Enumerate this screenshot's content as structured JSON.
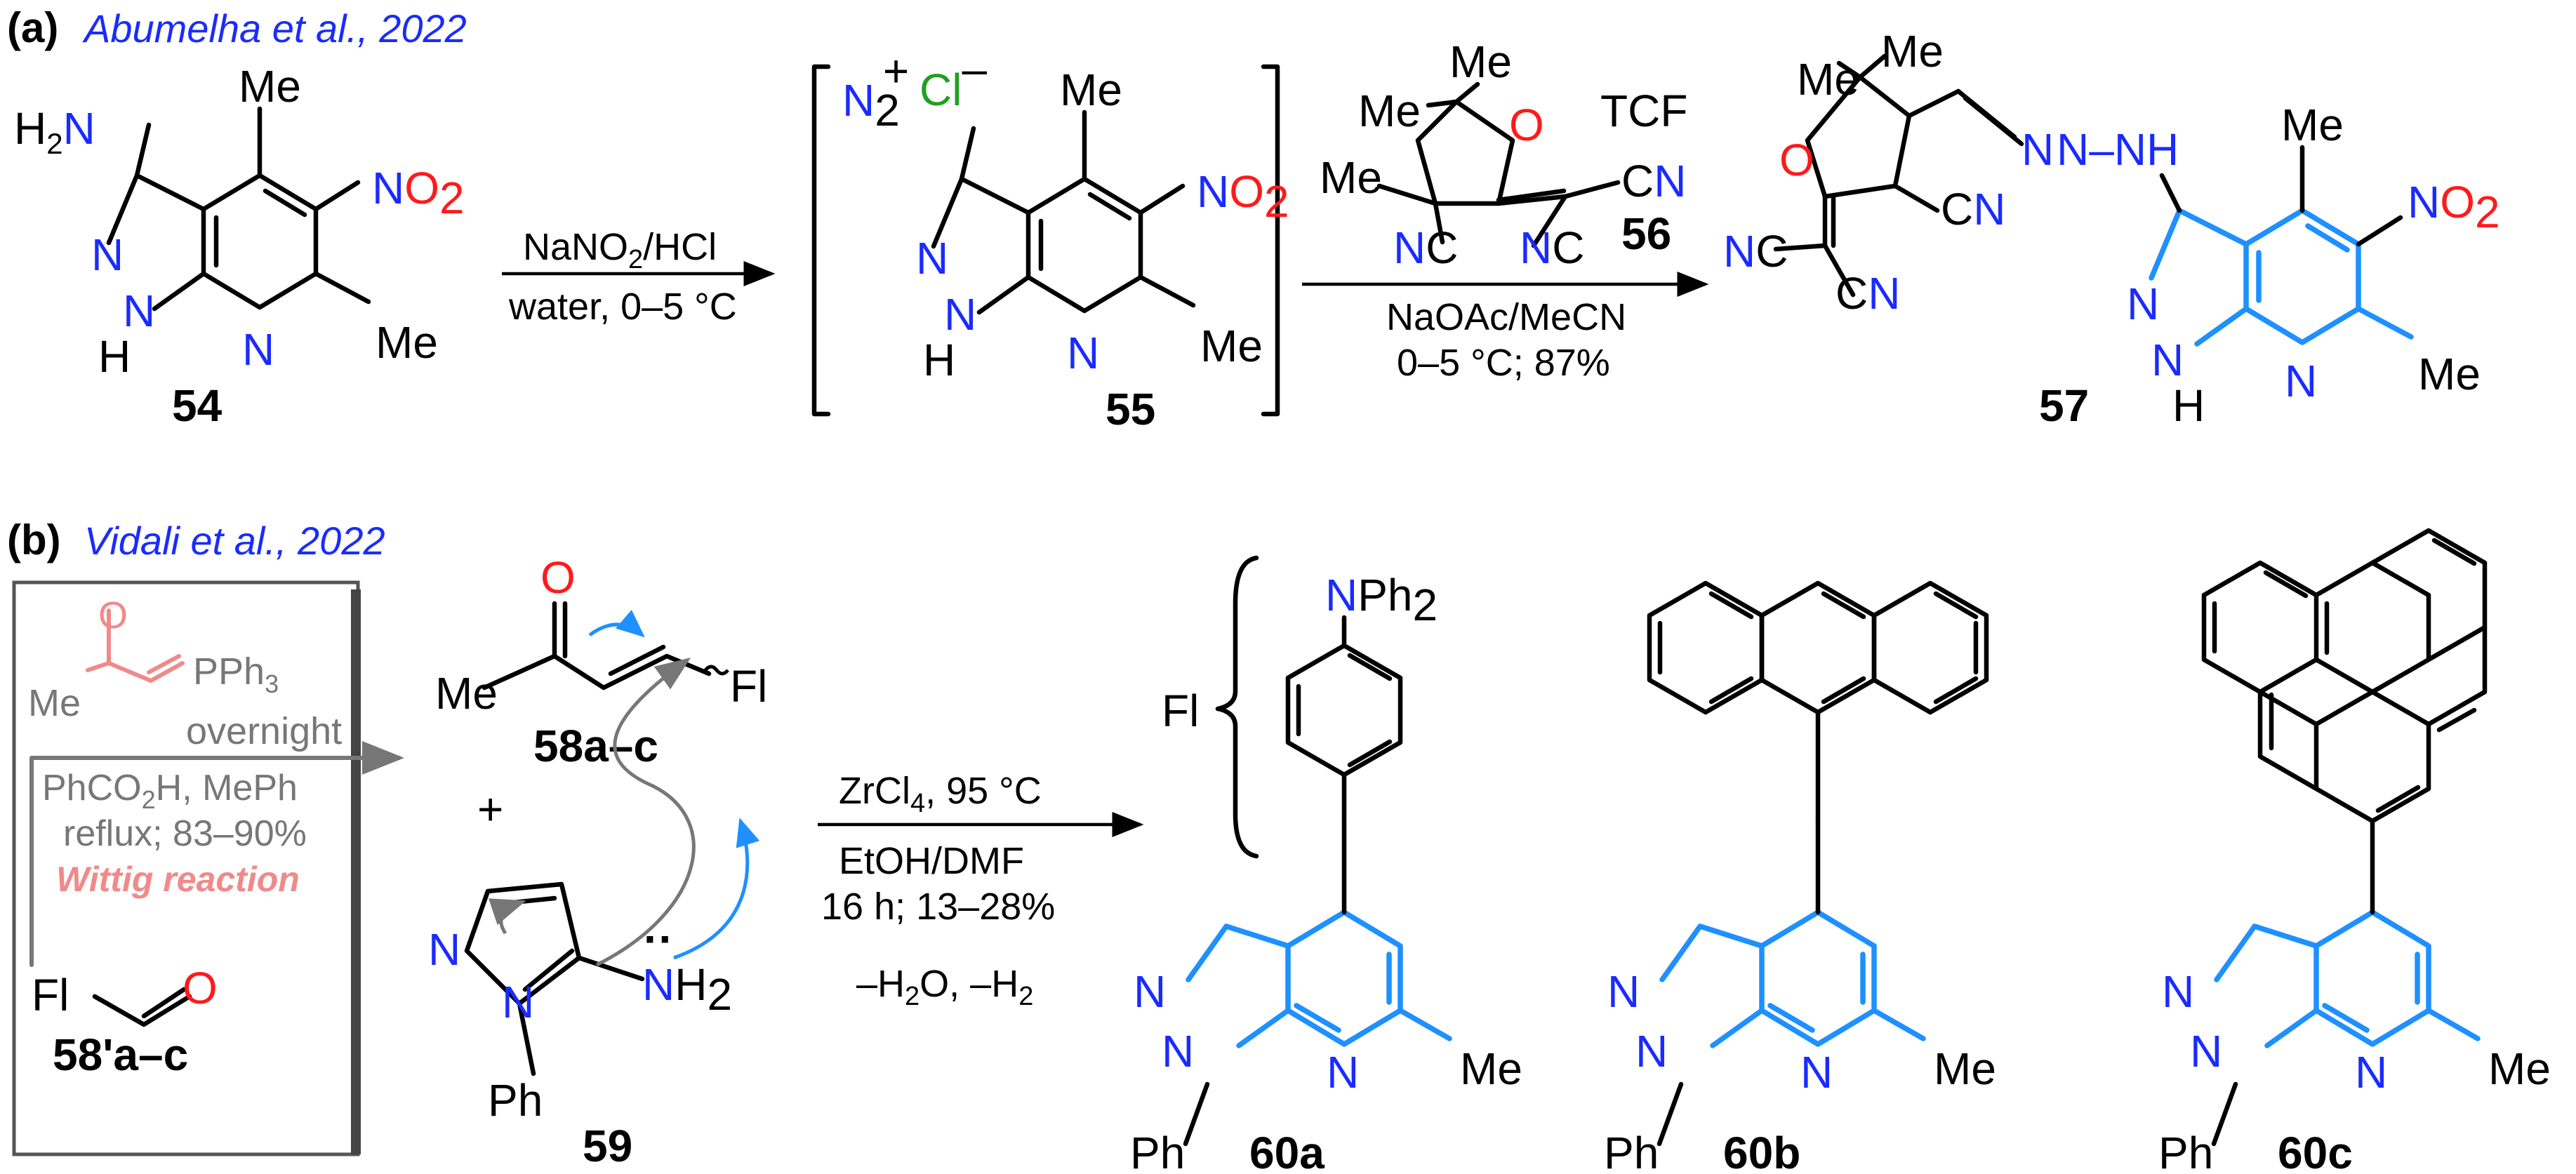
{
  "panel_a": {
    "label": "(a)",
    "citation": "Abumelha et al., 2022",
    "c54": {
      "H2N": "H",
      "H2N_sub": "2",
      "H2N_N": "N",
      "Me1": "Me",
      "N": "N",
      "O2": "O",
      "O2_sub": "2",
      "ringN1": "N",
      "ringNH": "N",
      "H": "H",
      "ringN2": "N",
      "Me2": "Me",
      "num": "54"
    },
    "step1": {
      "line1": "NaNO",
      "line1_sub": "2",
      "line1_end": "/HCl",
      "line2": "water, 0–5 °C"
    },
    "c55": {
      "N2": "N",
      "N2_sub": "2",
      "plus": "+",
      "Cl": "Cl",
      "minus": "–",
      "Me1": "Me",
      "N": "N",
      "O2": "O",
      "O2_sub": "2",
      "ringN1": "N",
      "ringNH": "N",
      "H": "H",
      "ringN2": "N",
      "Me2": "Me",
      "num": "55"
    },
    "c56": {
      "Me_a": "Me",
      "Me_b": "Me",
      "Me_c": "Me",
      "O": "O",
      "TCF": "TCF",
      "CN1_C": "C",
      "CN1_N": "N",
      "NC1_N": "N",
      "NC1_C": "C",
      "NC2_N": "N",
      "NC2_C": "C",
      "num": "56"
    },
    "step2": {
      "line1": "NaOAc/MeCN",
      "line2": "0–5 °C; 87%"
    },
    "c57": {
      "Me_a": "Me",
      "Me_b": "Me",
      "O": "O",
      "NC_N": "N",
      "NC_C": "C",
      "CN_C": "C",
      "CN_N": "N",
      "CN2_C": "C",
      "CN2_N": "N",
      "azo": "N",
      "NNH": "N–NH",
      "Me1": "Me",
      "N": "N",
      "O2": "O",
      "O2_sub": "2",
      "ringN1": "N",
      "ringNH": "N",
      "H": "H",
      "ringN2": "N",
      "Me2": "Me",
      "num": "57"
    }
  },
  "panel_b": {
    "label": "(b)",
    "citation": "Vidali et al., 2022",
    "box": {
      "O": "O",
      "PPh3": "PPh",
      "PPh3_sub": "3",
      "Me": "Me",
      "overnight": "overnight",
      "cond1": "PhCO",
      "cond1_sub": "2",
      "cond1_end": "H, MePh",
      "cond2": "reflux; 83–90%",
      "wittig": "Wittig reaction",
      "Fl": "Fl",
      "O2": "O",
      "num": "58'a–c"
    },
    "c58": {
      "O": "O",
      "Me": "Me",
      "Fl": "Fl",
      "num": "58a–c",
      "plus": "+"
    },
    "c59": {
      "N1": "N",
      "N2": "N",
      "NH2_N": "N",
      "NH2_H": "H",
      "NH2_sub": "2",
      "dots": "··",
      "Ph": "Ph",
      "num": "59"
    },
    "step": {
      "line1": "ZrCl",
      "line1_sub": "4",
      "line1_end": ", 95 °C",
      "line2": "EtOH/DMF",
      "line3": "16 h; 13–28%",
      "line4": "–H",
      "line4_sub": "2",
      "line4_end": "O, –H",
      "line4_sub2": "2"
    },
    "fl_def": {
      "Fl": "Fl",
      "N": "N",
      "Ph2": "Ph",
      "Ph2_sub": "2"
    },
    "products": [
      {
        "N1": "N",
        "N2": "N",
        "N3": "N",
        "Me": "Me",
        "Ph": "Ph",
        "num": "60a"
      },
      {
        "N1": "N",
        "N2": "N",
        "N3": "N",
        "Me": "Me",
        "Ph": "Ph",
        "num": "60b"
      },
      {
        "N1": "N",
        "N2": "N",
        "N3": "N",
        "Me": "Me",
        "Ph": "Ph",
        "num": "60c"
      }
    ]
  },
  "colors": {
    "nitrogen": "#1a2bff",
    "oxygen": "#ff1a1a",
    "chloride": "#20a020",
    "highlight": "#1e90ff",
    "wittig": "#f08a8a"
  }
}
